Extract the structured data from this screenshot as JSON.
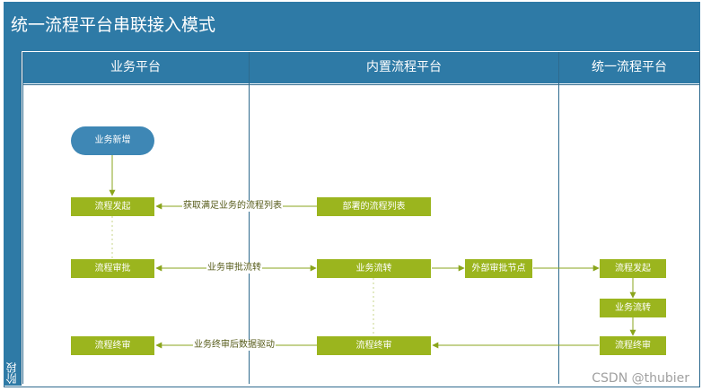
{
  "title": "统一流程平台串联接入模式",
  "stage_label": "阶段",
  "lanes": [
    "业务平台",
    "内置流程平台",
    "统一流程平台"
  ],
  "nodes": {
    "biz_create": "业务新增",
    "biz_start": "流程发起",
    "biz_approve": "流程审批",
    "biz_final": "流程终审",
    "deploy_list": "部署的流程列表",
    "inner_flow": "业务流转",
    "inner_final": "流程终审",
    "external_node": "外部审批节点",
    "uni_start": "流程发起",
    "uni_flow": "业务流转",
    "uni_final": "流程终审"
  },
  "edge_labels": {
    "get_list": "获取满足业务的流程列表",
    "approve_flow": "业务审批流转",
    "final_drive": "业务终审后数据驱动"
  },
  "watermark": "CSDN @thubier",
  "colors": {
    "header": "#2e7aa6",
    "process_box": "#9bb51e",
    "start_box": "#3e87b5",
    "arrow": "#8aa51c",
    "edge_text": "#555a18"
  }
}
